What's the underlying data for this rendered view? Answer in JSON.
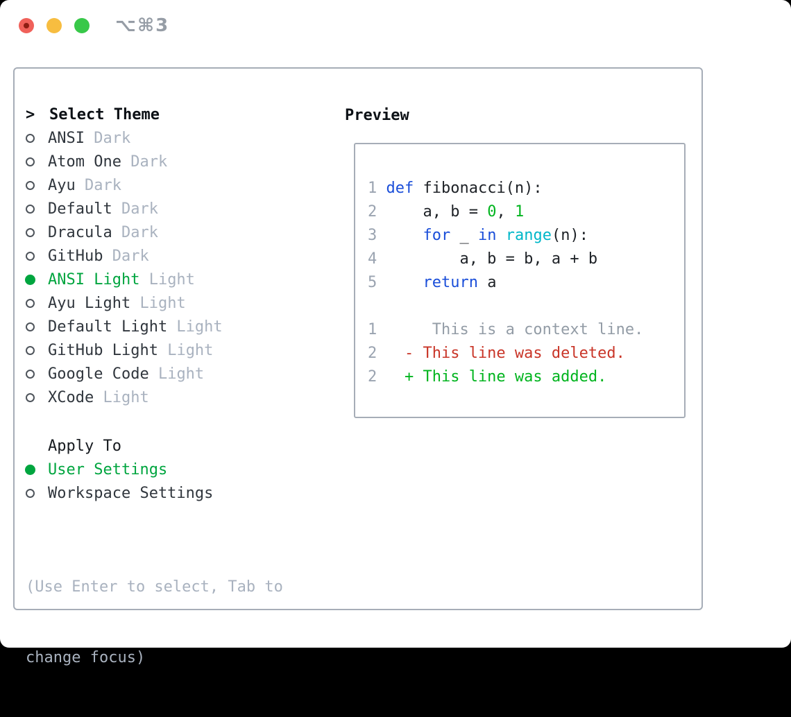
{
  "window": {
    "title": "⌥⌘3"
  },
  "panel": {
    "select_theme": {
      "marker": ">",
      "header": "Select Theme",
      "items": [
        {
          "name": "ANSI",
          "tag": "Dark",
          "selected": false
        },
        {
          "name": "Atom One",
          "tag": "Dark",
          "selected": false
        },
        {
          "name": "Ayu",
          "tag": "Dark",
          "selected": false
        },
        {
          "name": "Default",
          "tag": "Dark",
          "selected": false
        },
        {
          "name": "Dracula",
          "tag": "Dark",
          "selected": false
        },
        {
          "name": "GitHub",
          "tag": "Dark",
          "selected": false
        },
        {
          "name": "ANSI Light",
          "tag": "Light",
          "selected": true
        },
        {
          "name": "Ayu Light",
          "tag": "Light",
          "selected": false
        },
        {
          "name": "Default Light",
          "tag": "Light",
          "selected": false
        },
        {
          "name": "GitHub Light",
          "tag": "Light",
          "selected": false
        },
        {
          "name": "Google Code",
          "tag": "Light",
          "selected": false
        },
        {
          "name": "XCode",
          "tag": "Light",
          "selected": false
        }
      ]
    },
    "apply_to": {
      "header": "Apply To",
      "options": [
        {
          "name": "User Settings",
          "selected": true
        },
        {
          "name": "Workspace Settings",
          "selected": false
        }
      ]
    },
    "hint_lines": [
      "(Use Enter to select, Tab to",
      "change focus)"
    ],
    "preview": {
      "header": "Preview",
      "code_lines": [
        {
          "num": "1",
          "tokens": [
            {
              "c": "kw",
              "t": "def"
            },
            {
              "c": "plain",
              "t": " fibonacci(n):"
            }
          ]
        },
        {
          "num": "2",
          "tokens": [
            {
              "c": "plain",
              "t": "    a, b = "
            },
            {
              "c": "lit",
              "t": "0"
            },
            {
              "c": "plain",
              "t": ", "
            },
            {
              "c": "lit",
              "t": "1"
            }
          ]
        },
        {
          "num": "3",
          "tokens": [
            {
              "c": "plain",
              "t": "    "
            },
            {
              "c": "kw",
              "t": "for"
            },
            {
              "c": "plain",
              "t": " _ "
            },
            {
              "c": "kw",
              "t": "in"
            },
            {
              "c": "plain",
              "t": " "
            },
            {
              "c": "builtin",
              "t": "range"
            },
            {
              "c": "plain",
              "t": "(n):"
            }
          ]
        },
        {
          "num": "4",
          "tokens": [
            {
              "c": "plain",
              "t": "        a, b = b, a + b"
            }
          ]
        },
        {
          "num": "5",
          "tokens": [
            {
              "c": "plain",
              "t": "    "
            },
            {
              "c": "kw",
              "t": "return"
            },
            {
              "c": "plain",
              "t": " a"
            }
          ]
        }
      ],
      "diff_lines": [
        {
          "num": "1",
          "type": "context",
          "text": "     This is a context line."
        },
        {
          "num": "2",
          "type": "deleted",
          "text": "  - This line was deleted."
        },
        {
          "num": "2",
          "type": "added",
          "text": "  + This line was added."
        }
      ]
    }
  },
  "colors": {
    "accent_green": "#00a53f",
    "added_green": "#00b41e",
    "literal_green": "#00b41e",
    "deleted_red": "#c93528",
    "keyword_blue": "#1a4ed9",
    "builtin_cyan": "#00b7c9",
    "text_dark": "#30363d",
    "code_text": "#1d2126",
    "muted_gray": "#a9b2bf",
    "line_number_gray": "#9aa3b0",
    "context_gray": "#939ca6",
    "border_gray": "#a6adb7",
    "title_gray": "#969da6",
    "traffic_red": "#f0615a",
    "traffic_yellow": "#f7bd40",
    "traffic_green": "#38c849"
  }
}
